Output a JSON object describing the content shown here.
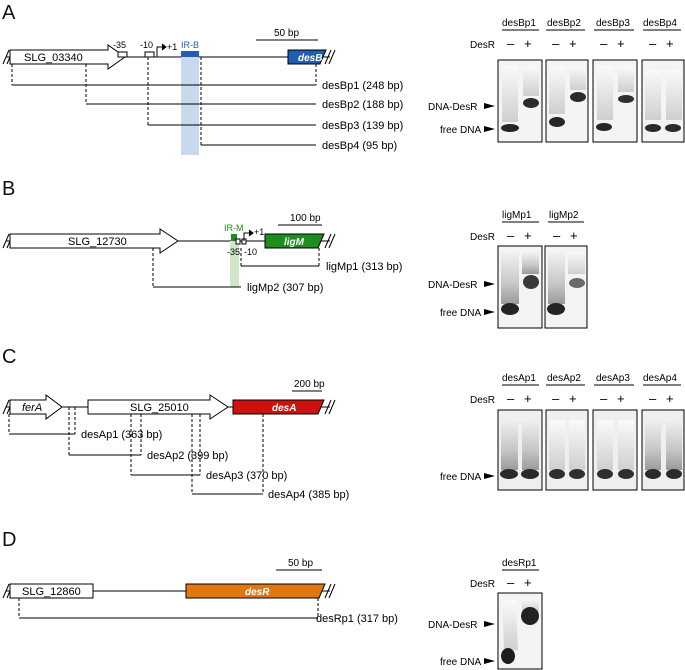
{
  "panels": {
    "A": {
      "label": "A",
      "scale_bar": "50 bp",
      "genes": [
        {
          "name": "SLG_03340",
          "color": "#ffffff"
        },
        {
          "name": "desB",
          "color": "#1f5fb0"
        }
      ],
      "promoter": {
        "m35": "-35",
        "m10": "-10",
        "tss": "+1",
        "ir": "IR-B",
        "ir_color": "#1f5fb0"
      },
      "probes": [
        "desBp1 (248 bp)",
        "desBp2 (188 bp)",
        "desBp3 (139 bp)",
        "desBp4 (95 bp)"
      ],
      "emsa": {
        "lanes_titles": [
          "desBp1",
          "desBp2",
          "desBp3",
          "desBp4"
        ],
        "desr_label": "DesR",
        "minus": "–",
        "plus": "+",
        "complex_label": "DNA-DesR",
        "free_label": "free DNA",
        "shift_observed": [
          true,
          true,
          true,
          false
        ]
      }
    },
    "B": {
      "label": "B",
      "scale_bar": "100 bp",
      "genes": [
        {
          "name": "SLG_12730",
          "color": "#ffffff"
        },
        {
          "name": "ligM",
          "color": "#1e8c1e"
        }
      ],
      "promoter": {
        "m35": "-35",
        "m10": "-10",
        "tss": "+1",
        "ir": "IR-M",
        "ir_color": "#1e8c1e"
      },
      "probes": [
        "ligMp1 (313 bp)",
        "ligMp2 (307 bp)"
      ],
      "emsa": {
        "lanes_titles": [
          "ligMp1",
          "ligMp2"
        ],
        "desr_label": "DesR",
        "minus": "–",
        "plus": "+",
        "complex_label": "DNA-DesR",
        "free_label": "free DNA",
        "shift_observed": [
          true,
          true
        ]
      }
    },
    "C": {
      "label": "C",
      "scale_bar": "200 bp",
      "genes": [
        {
          "name": "ferA",
          "color": "#ffffff"
        },
        {
          "name": "SLG_25010",
          "color": "#ffffff"
        },
        {
          "name": "desA",
          "color": "#cc1111"
        }
      ],
      "probes": [
        "desAp1 (363 bp)",
        "desAp2 (399 bp)",
        "desAp3 (370 bp)",
        "desAp4 (385 bp)"
      ],
      "emsa": {
        "lanes_titles": [
          "desAp1",
          "desAp2",
          "desAp3",
          "desAp4"
        ],
        "desr_label": "DesR",
        "minus": "–",
        "plus": "+",
        "free_label": "free DNA",
        "shift_observed": [
          false,
          false,
          false,
          false
        ]
      }
    },
    "D": {
      "label": "D",
      "scale_bar": "50 bp",
      "genes": [
        {
          "name": "SLG_12860",
          "color": "#ffffff"
        },
        {
          "name": "desR",
          "color": "#e07812"
        }
      ],
      "probes": [
        "desRp1 (317 bp)"
      ],
      "emsa": {
        "lanes_titles": [
          "desRp1"
        ],
        "desr_label": "DesR",
        "minus": "–",
        "plus": "+",
        "complex_label": "DNA-DesR",
        "free_label": "free DNA",
        "shift_observed": [
          true
        ]
      }
    }
  }
}
